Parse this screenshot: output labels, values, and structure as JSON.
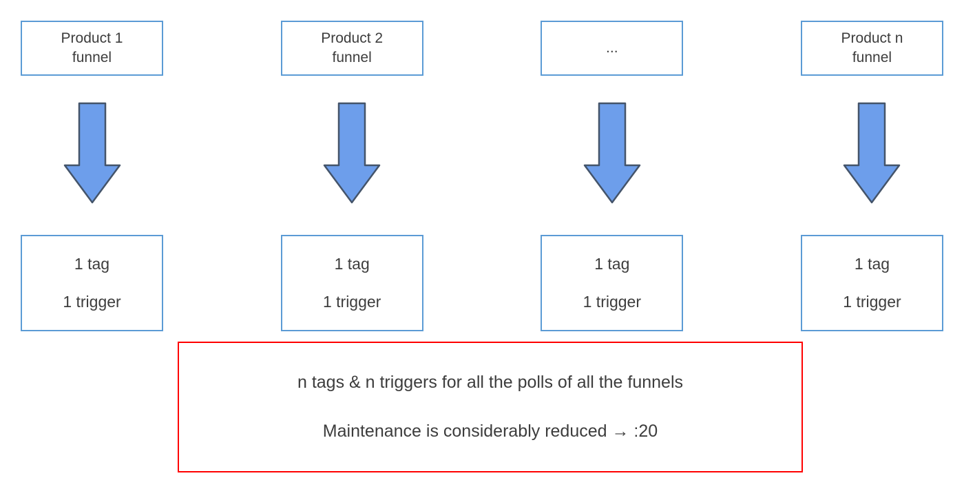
{
  "columns": [
    {
      "funnel": "Product 1\nfunnel",
      "tag": "1 tag",
      "trigger": "1 trigger"
    },
    {
      "funnel": "Product 2\nfunnel",
      "tag": "1 tag",
      "trigger": "1 trigger"
    },
    {
      "funnel": "...",
      "tag": "1 tag",
      "trigger": "1 trigger"
    },
    {
      "funnel": "Product n\nfunnel",
      "tag": "1 tag",
      "trigger": "1 trigger"
    }
  ],
  "summary": {
    "line1": "n tags & n triggers for all the polls of all the funnels",
    "line2": "Maintenance is considerably reduced → :20"
  },
  "colors": {
    "box_border": "#5B9BD5",
    "arrow_fill": "#6D9EEB",
    "arrow_stroke": "#44546A",
    "summary_border": "#FF0000"
  }
}
